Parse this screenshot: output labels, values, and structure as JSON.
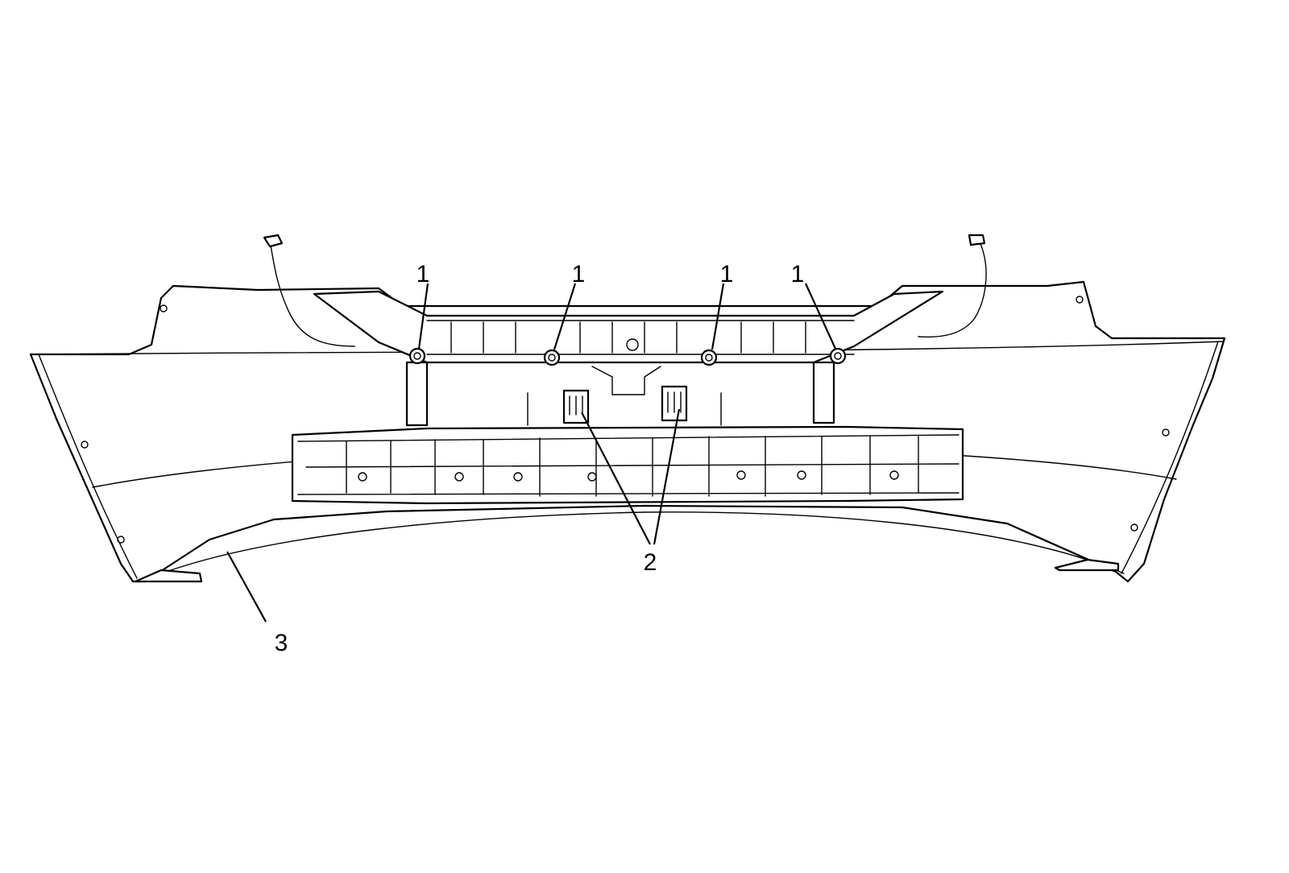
{
  "callouts": {
    "fastener_1a": "1",
    "fastener_1b": "1",
    "fastener_1c": "1",
    "fastener_1d": "1",
    "retainer_2": "2",
    "fascia_3": "3"
  },
  "colors": {
    "line": "#000000",
    "background": "#ffffff"
  }
}
